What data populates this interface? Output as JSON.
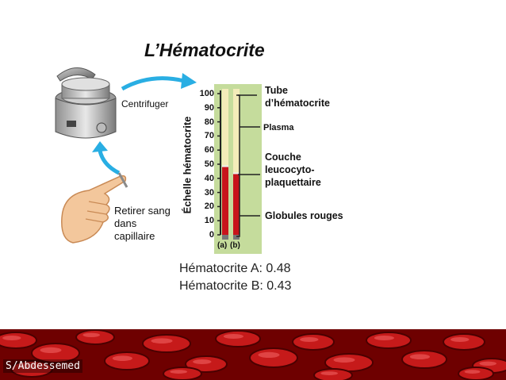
{
  "title": "L’Hématocrite",
  "centrifuge_label": "Centrifuger",
  "draw_blood_label": [
    "Retirer sang",
    "dans",
    "capillaire"
  ],
  "scale_label": "Échelle hématocrite",
  "scale_ticks": [
    "100",
    "90",
    "80",
    "70",
    "60",
    "50",
    "40",
    "30",
    "20",
    "10",
    "0"
  ],
  "tube_labels": [
    "(a)",
    "(b)"
  ],
  "annotations": {
    "tube": [
      "Tube",
      "d’hématocrite"
    ],
    "plasma": "Plasma",
    "buffy_coat": [
      "Couche",
      "leucocyto-",
      "plaquettaire"
    ],
    "red_cells": "Globules rouges"
  },
  "results": [
    "Hématocrite A: 0.48",
    "Hématocrite B: 0.43"
  ],
  "hematocrit_values": {
    "a": 0.48,
    "b": 0.43
  },
  "footer": {
    "signature": "S/Abdessemed"
  },
  "colors": {
    "arrow": "#29aee3",
    "panel": "#c5dc9c",
    "red_cells": "#c8141b",
    "plasma": "#f3ecb9",
    "buffy": "#eeeeee"
  }
}
